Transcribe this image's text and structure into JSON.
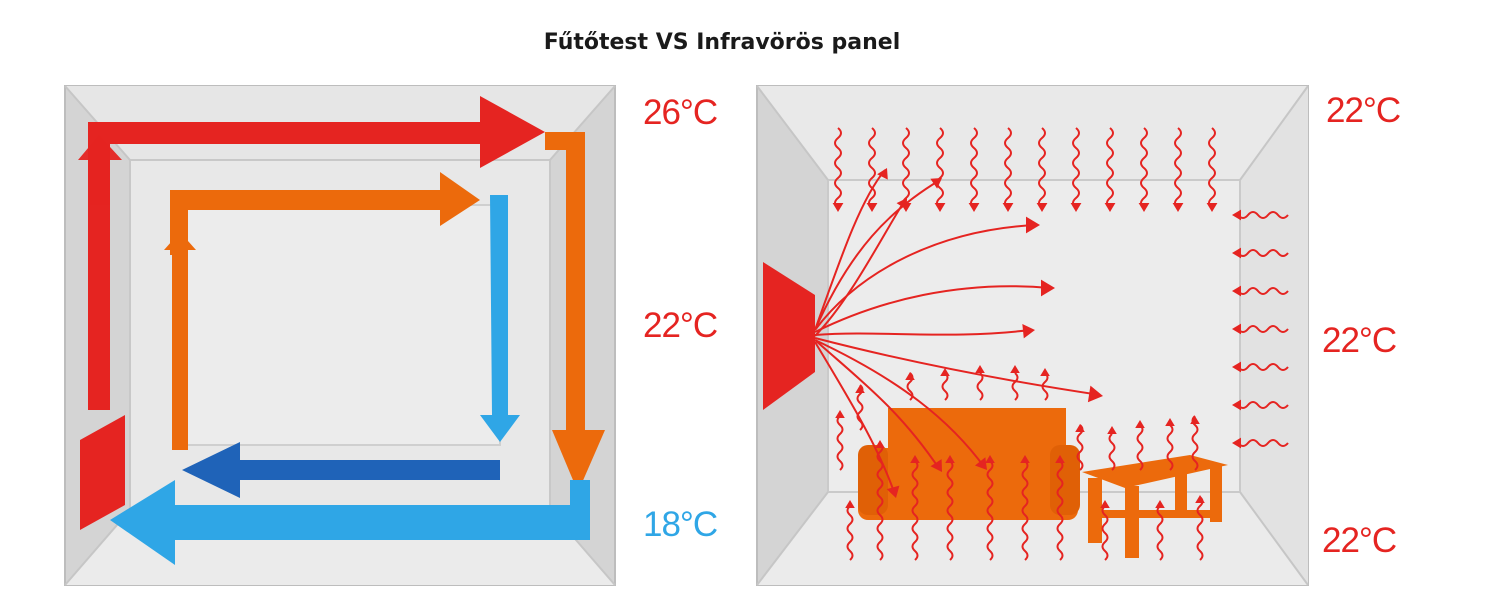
{
  "title": "Fűtőtest VS Infravörös panel",
  "colors": {
    "red": "#e52421",
    "orange": "#ec6a0c",
    "light_blue": "#2fa6e6",
    "dark_blue": "#1f63b8",
    "wall": "#d6d6d6",
    "floor": "#e9e9e9",
    "back_wall": "#ececec"
  },
  "left_room": {
    "label": "Fűtőtest",
    "temps": [
      {
        "value": "26°C",
        "color": "#e52421"
      },
      {
        "value": "22°C",
        "color": "#e52421"
      },
      {
        "value": "18°C",
        "color": "#2fa6e6"
      }
    ]
  },
  "right_room": {
    "label": "Infravörös panel",
    "temps": [
      {
        "value": "22°C",
        "color": "#e52421"
      },
      {
        "value": "22°C",
        "color": "#e52421"
      },
      {
        "value": "22°C",
        "color": "#e52421"
      }
    ]
  }
}
